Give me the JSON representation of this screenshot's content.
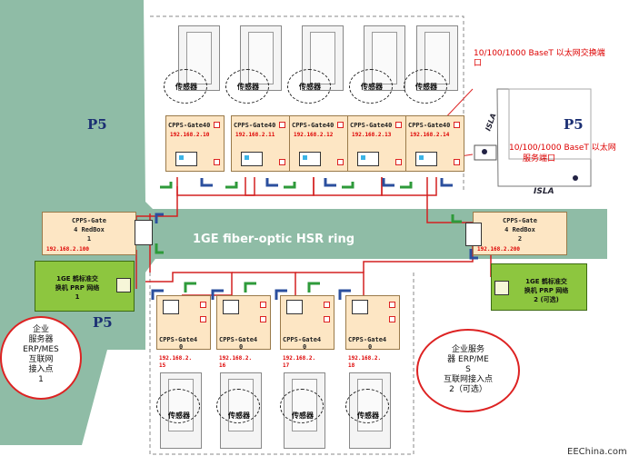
{
  "labels": {
    "p5_left": "P5",
    "p5_bottom": "P5",
    "p5_right": "P5",
    "ring_title": "1GE fiber-optic HSR ring",
    "port_switch": "10/100/1000 BaseT 以太网交换端口",
    "port_switch_line1": "10/100/1000 BaseT 以太网交换端",
    "port_switch_line2": "口",
    "port_service_line1": "10/100/1000 BaseT 以太网",
    "port_service_line2": "服务端口",
    "isla_top": "ISLA",
    "isla_bottom": "ISLA",
    "watermark": "EEChina.com",
    "sensor_tag": "传感器"
  },
  "top_gateways": [
    {
      "name": "CPPS-Gate40",
      "ip": "192.168.2.10"
    },
    {
      "name": "CPPS-Gate40",
      "ip": "192.168.2.11"
    },
    {
      "name": "CPPS-Gate40",
      "ip": "192.168.2.12"
    },
    {
      "name": "CPPS-Gate40",
      "ip": "192.168.2.13"
    },
    {
      "name": "CPPS-Gate40",
      "ip": "192.168.2.14"
    }
  ],
  "bottom_gateways": [
    {
      "name_line1": "CPPS-Gate4",
      "name_line2": "0",
      "ip_line1": "192.168.2.",
      "ip_line2": "15"
    },
    {
      "name_line1": "CPPS-Gate4",
      "name_line2": "0",
      "ip_line1": "192.168.2.",
      "ip_line2": "16"
    },
    {
      "name_line1": "CPPS-Gate4",
      "name_line2": "0",
      "ip_line1": "192.168.2.",
      "ip_line2": "17"
    },
    {
      "name_line1": "CPPS-Gate4",
      "name_line2": "0",
      "ip_line1": "192.168.2.",
      "ip_line2": "18"
    }
  ],
  "redbox_left": {
    "line1": "CPPS-Gate",
    "line2": "4 RedBox",
    "line3": "1",
    "ip": "192.168.2.100"
  },
  "redbox_right": {
    "line1": "CPPS-Gate",
    "line2": "4 RedBox",
    "line3": "2",
    "ip": "192.168.2.200"
  },
  "prp_left": {
    "line1": "1GE 鹤标准交",
    "line2": "换机 PRP 网络",
    "line3": "1"
  },
  "prp_right": {
    "line1": "1GE 鹤标准交",
    "line2": "换机 PRP 网络",
    "line3": "2 (可选)"
  },
  "enterprise_left": {
    "line1": "企业",
    "line2": "服务器",
    "line3": "ERP/MES",
    "line4": "互联网",
    "line5": "接入点",
    "line6": "1"
  },
  "enterprise_right": {
    "line1": "企业服务",
    "line2": "器 ERP/ME",
    "line3": "S",
    "line4": "互联网接入点",
    "line5": "2（可选）"
  },
  "colors": {
    "floor": "#8fbca6",
    "ring_red": "#d42020",
    "gate_fill": "#fde6c4",
    "prp_green": "#8dc63f",
    "arrow_blue": "#2b4f9e",
    "arrow_green": "#2e9a3a"
  }
}
